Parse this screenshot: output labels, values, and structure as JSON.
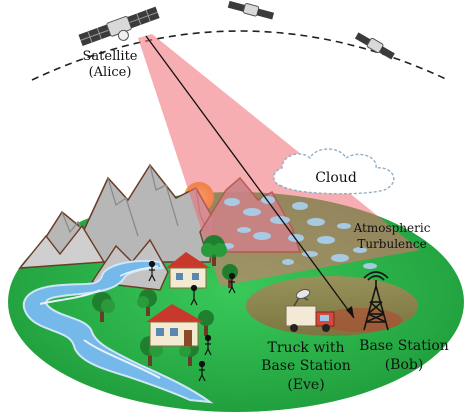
{
  "labels": {
    "satellite_title": "Satellite",
    "satellite_role": "(Alice)",
    "cloud": "Cloud",
    "turbulence_line1": "Atmospheric",
    "turbulence_line2": "Turbulence",
    "truck_line1": "Truck with",
    "truck_line2": "Base Station",
    "truck_role": "(Eve)",
    "base_line1": "Base Station",
    "base_role": "(Bob)"
  },
  "colors": {
    "ground": "#2db84a",
    "beam": "#f06b73",
    "sun": "#f6a21d",
    "river": "#6fb6ea",
    "mountain": "#a9a9a9",
    "tower": "#151515"
  }
}
